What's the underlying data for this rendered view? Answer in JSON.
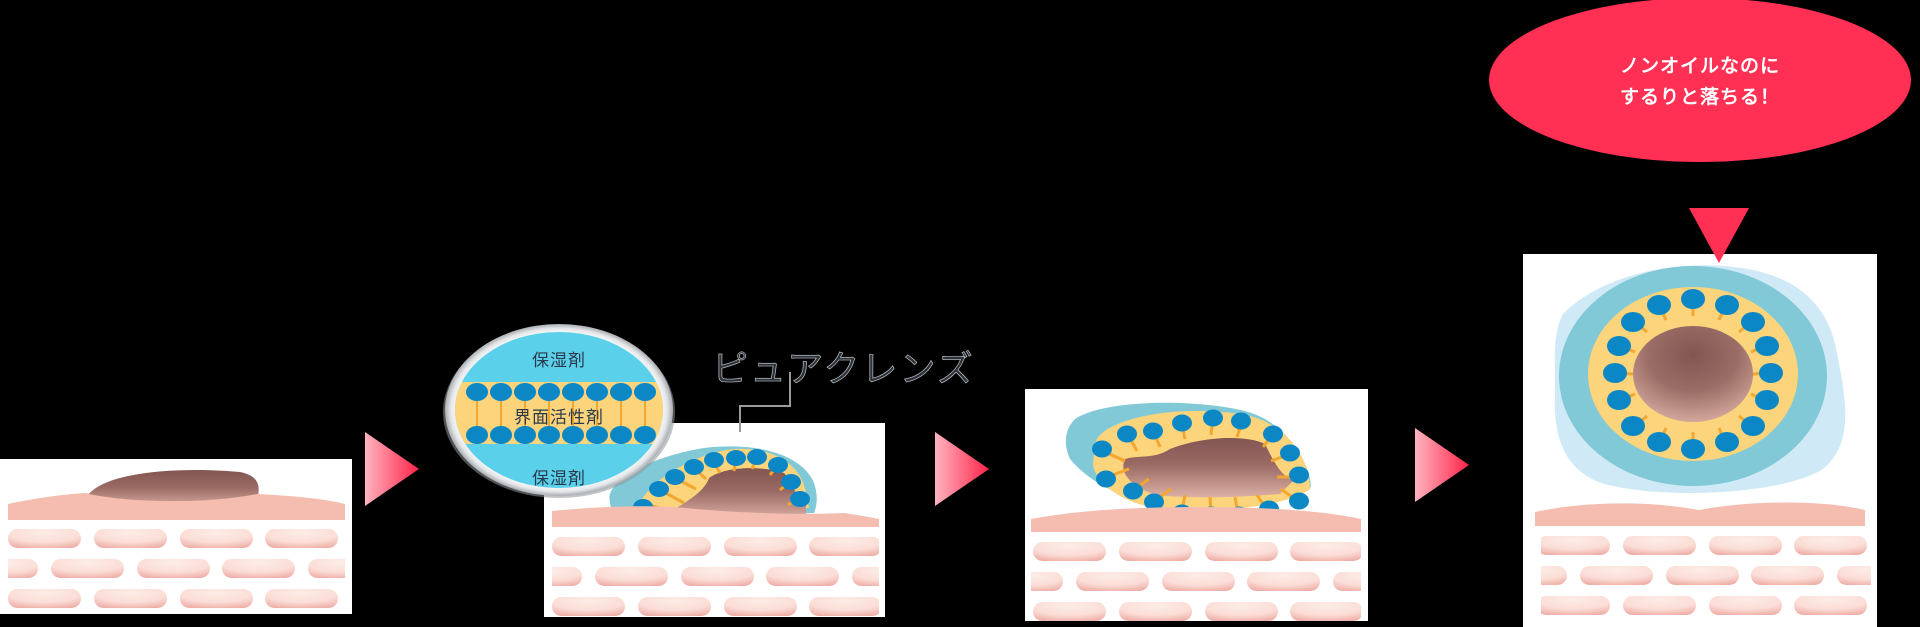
{
  "diagram": {
    "title": "cleansing-mechanism-steps",
    "steps": [
      {
        "id": 1,
        "name": "makeup-dirt-on-skin"
      },
      {
        "id": 2,
        "name": "pure-cleanse-applied"
      },
      {
        "id": 3,
        "name": "dirt-encapsulated-lifting"
      },
      {
        "id": 4,
        "name": "dirt-removed"
      }
    ],
    "magnifier": {
      "top_label": "保湿剤",
      "middle_label": "界面活性剤",
      "bottom_label": "保湿剤"
    },
    "product_label": "ピュアクレンズ",
    "callout": {
      "line1": "ノンオイルなのに",
      "line2": "するりと落ちる！"
    },
    "arrows": [
      "arrow-right",
      "arrow-right",
      "arrow-right"
    ],
    "colors": {
      "background": "#000000",
      "panel": "#ffffff",
      "skin_surface": "#f5bcb0",
      "skin_cell": "#f8cfc6",
      "dirt_top": "#835652",
      "dirt_bottom": "#d9aba0",
      "moisturizer_light": "#cfe9f7",
      "moisturizer": "#81c9d6",
      "magnifier_moisturizer": "#5ad0ea",
      "surfactant_band": "#fbd47b",
      "surfactant_head": "#0b87c6",
      "surfactant_tail": "#f3a630",
      "accent_red": "#ff3053",
      "arrow_light": "#ffb1bd",
      "arrow_dark": "#ff2a4d"
    }
  }
}
